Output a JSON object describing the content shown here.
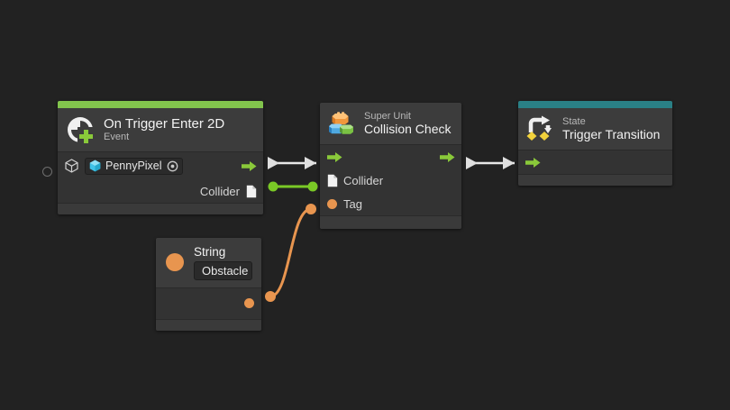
{
  "app": {
    "canvas_background": "#222222",
    "graph_type": "visual-scripting-graph"
  },
  "nodes": [
    {
      "id": "on-trigger-enter-2d",
      "accent_color": "#82c44d",
      "subtitle": "Event",
      "title": "On Trigger Enter 2D",
      "icon": "event-circle-plus-icon",
      "target_field": {
        "value": "PennyPixel",
        "icon": "prefab-cube-icon",
        "picker_icon": "object-picker-icon"
      },
      "ports": {
        "left_trigger": "coroutine-toggle-port",
        "outputs": [
          {
            "label": "",
            "icon": "flow-arrow-icon",
            "type": "flow"
          },
          {
            "label": "Collider",
            "icon": "document-icon",
            "type": "value"
          }
        ]
      }
    },
    {
      "id": "collision-check",
      "accent_color": "none",
      "subtitle": "Super Unit",
      "title": "Collision Check",
      "icon": "super-unit-blocks-icon",
      "ports": {
        "inputs": [
          {
            "label": "",
            "icon": "flow-arrow-icon",
            "type": "flow"
          },
          {
            "label": "Collider",
            "icon": "document-icon",
            "type": "value"
          },
          {
            "label": "Tag",
            "icon": "orange-dot-icon",
            "type": "value"
          }
        ],
        "outputs": [
          {
            "label": "",
            "icon": "flow-arrow-icon",
            "type": "flow"
          }
        ]
      }
    },
    {
      "id": "trigger-transition",
      "accent_color": "#2a8086",
      "subtitle": "State",
      "title": "Trigger Transition",
      "icon": "state-transition-icon",
      "ports": {
        "inputs": [
          {
            "label": "",
            "icon": "flow-arrow-icon",
            "type": "flow"
          }
        ]
      }
    },
    {
      "id": "string-literal",
      "accent_color": "none",
      "subtitle": "",
      "title": "String",
      "icon": "orange-dot-icon",
      "value_field": {
        "value": "Obstacle"
      },
      "ports": {
        "outputs": [
          {
            "label": "",
            "icon": "orange-dot-icon",
            "type": "value"
          }
        ]
      }
    }
  ],
  "connections": [
    {
      "id": "flow-event-to-superunit",
      "kind": "flow",
      "color": "#e8e8e8"
    },
    {
      "id": "value-collider-to-collider",
      "kind": "value",
      "color": "#7ac926"
    },
    {
      "id": "flow-superunit-to-state",
      "kind": "flow",
      "color": "#e8e8e8"
    },
    {
      "id": "value-string-to-tag",
      "kind": "value",
      "color": "#e8954f"
    }
  ],
  "colors": {
    "flow_green": "#7ac926",
    "value_orange": "#e8954f",
    "header_green": "#82c44d",
    "header_teal": "#2a8086",
    "node_head_bg": "#3c3c3c",
    "node_body_bg": "#333333",
    "node_foot_bg": "#3a3a3a"
  }
}
